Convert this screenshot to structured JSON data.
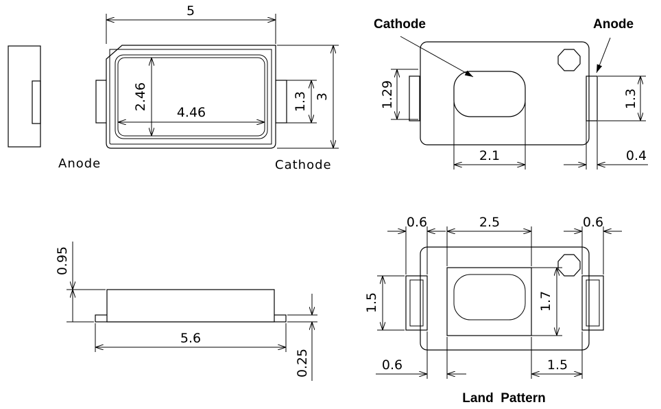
{
  "labels": {
    "anode_left": "Anode",
    "cathode_right": "Cathode",
    "cathode_callout": "Cathode",
    "anode_callout": "Anode",
    "land_pattern": "Land  Pattern"
  },
  "dims": {
    "top_length": "5",
    "inner_height": "2.46",
    "inner_length": "4.46",
    "lead_height": "1.3",
    "body_height": "3",
    "bottom_lead_height": "1.29",
    "bottom_lead_height_right": "1.3",
    "cathode_pad_width": "2.1",
    "anode_lead_width": "0.4",
    "side_height": "0.95",
    "side_length": "5.6",
    "side_lead_thickness": "0.25",
    "land_left_width": "0.6",
    "land_center_width": "2.5",
    "land_right_width": "0.6",
    "land_height": "1.5",
    "land_center_height": "1.7",
    "land_bottom_left": "0.6",
    "land_bottom_right": "1.5"
  }
}
